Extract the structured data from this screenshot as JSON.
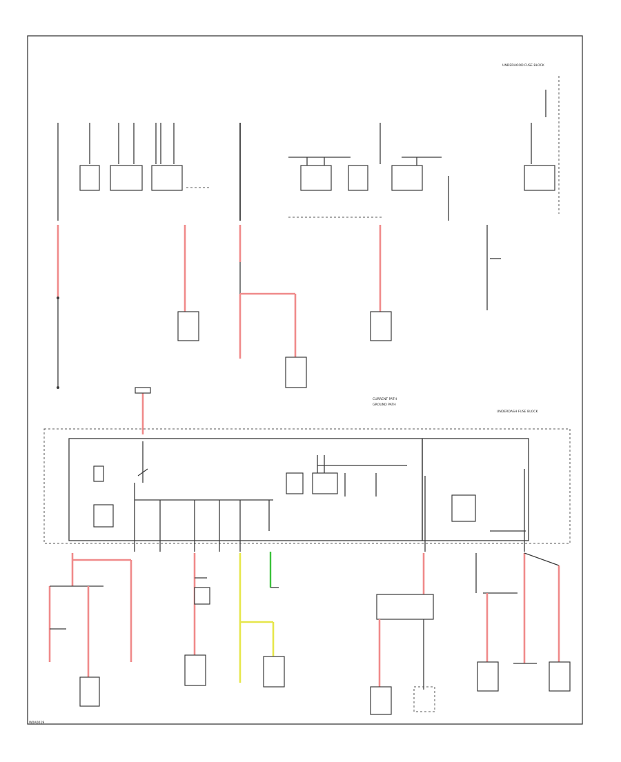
{
  "labels": {
    "frame_corner": "W0A0019",
    "top_right_group": "UNDERHOOD FUSE BLOCK",
    "fuse_block_group": "UNDERDASH FUSE BLOCK",
    "legend_1": "CURRENT PATH",
    "legend_2": "GROUND PATH"
  },
  "colors": {
    "power_red": "#f08a8a",
    "signal_green": "#3cc23c",
    "signal_yellow": "#e6e64a",
    "line": "#3a3a3a"
  }
}
